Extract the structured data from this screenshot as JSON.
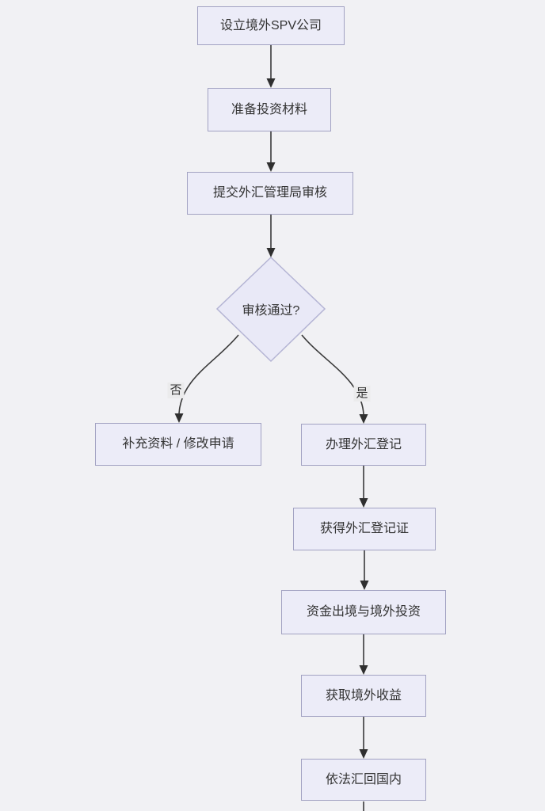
{
  "flowchart": {
    "title_hint": "境外SPV投资外汇登记流程图",
    "colors": {
      "page_background": "#f1f1f4",
      "node_fill": "#ececf8",
      "node_border": "#a2a2c2",
      "decision_fill": "#e9e9f7",
      "decision_border": "#b4b4d4",
      "edge_stroke": "#3a3a3a",
      "text": "#333333"
    },
    "nodes": [
      {
        "id": "setup-spv",
        "type": "process",
        "label": "设立境外SPV公司"
      },
      {
        "id": "prepare",
        "type": "process",
        "label": "准备投资材料"
      },
      {
        "id": "submit",
        "type": "process",
        "label": "提交外汇管理局审核"
      },
      {
        "id": "review",
        "type": "decision",
        "label": "审核通过?"
      },
      {
        "id": "supplement",
        "type": "process",
        "label": "补充资料 / 修改申请"
      },
      {
        "id": "register",
        "type": "process",
        "label": "办理外汇登记"
      },
      {
        "id": "certificate",
        "type": "process",
        "label": "获得外汇登记证"
      },
      {
        "id": "outbound",
        "type": "process",
        "label": "资金出境与境外投资"
      },
      {
        "id": "income",
        "type": "process",
        "label": "获取境外收益"
      },
      {
        "id": "remit",
        "type": "process",
        "label": "依法汇回国内"
      }
    ],
    "edge_labels": {
      "no": "否",
      "yes": "是"
    },
    "edges": [
      {
        "from": "setup-spv",
        "to": "prepare",
        "label": ""
      },
      {
        "from": "prepare",
        "to": "submit",
        "label": ""
      },
      {
        "from": "submit",
        "to": "review",
        "label": ""
      },
      {
        "from": "review",
        "to": "supplement",
        "label": "否"
      },
      {
        "from": "review",
        "to": "register",
        "label": "是"
      },
      {
        "from": "register",
        "to": "certificate",
        "label": ""
      },
      {
        "from": "certificate",
        "to": "outbound",
        "label": ""
      },
      {
        "from": "outbound",
        "to": "income",
        "label": ""
      },
      {
        "from": "income",
        "to": "remit",
        "label": ""
      },
      {
        "from": "remit",
        "to": "(下方节点，图片截断)",
        "label": ""
      }
    ]
  }
}
